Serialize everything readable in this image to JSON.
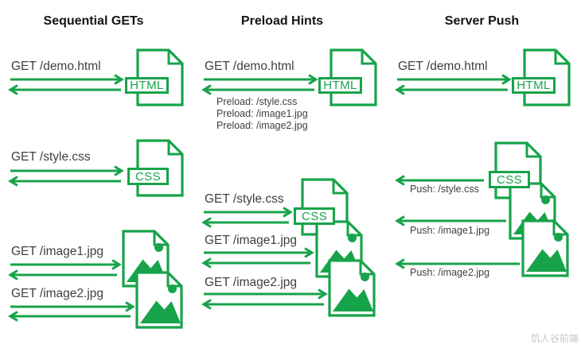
{
  "palette": {
    "green": "#17a34a",
    "text": "#3f3f3f",
    "heading": "#141414",
    "watermark_color": "#c6c6c6",
    "background": "#ffffff"
  },
  "file_labels": {
    "html": "HTML",
    "css": "CSS"
  },
  "icons": {
    "doc": "document-icon",
    "imgdoc": "image-document-icon",
    "arrow_right": "request-arrow-right-icon",
    "arrow_left": "response-arrow-left-icon"
  },
  "columns": {
    "sequential": {
      "title": "Sequential GETs",
      "req_demo": "GET /demo.html",
      "req_style": "GET /style.css",
      "req_image1": "GET /image1.jpg",
      "req_image2": "GET /image2.jpg"
    },
    "preload": {
      "title": "Preload Hints",
      "req_demo": "GET /demo.html",
      "hint_style": "Preload: /style.css",
      "hint_image1": "Preload: /image1.jpg",
      "hint_image2": "Preload: /image2.jpg",
      "req_style": "GET /style.css",
      "req_image1": "GET /image1.jpg",
      "req_image2": "GET /image2.jpg"
    },
    "push": {
      "title": "Server Push",
      "req_demo": "GET /demo.html",
      "push_style": "Push: /style.css",
      "push_image1": "Push: /image1.jpg",
      "push_image2": "Push: /image2.jpg"
    }
  },
  "watermark": "饥人谷前端"
}
